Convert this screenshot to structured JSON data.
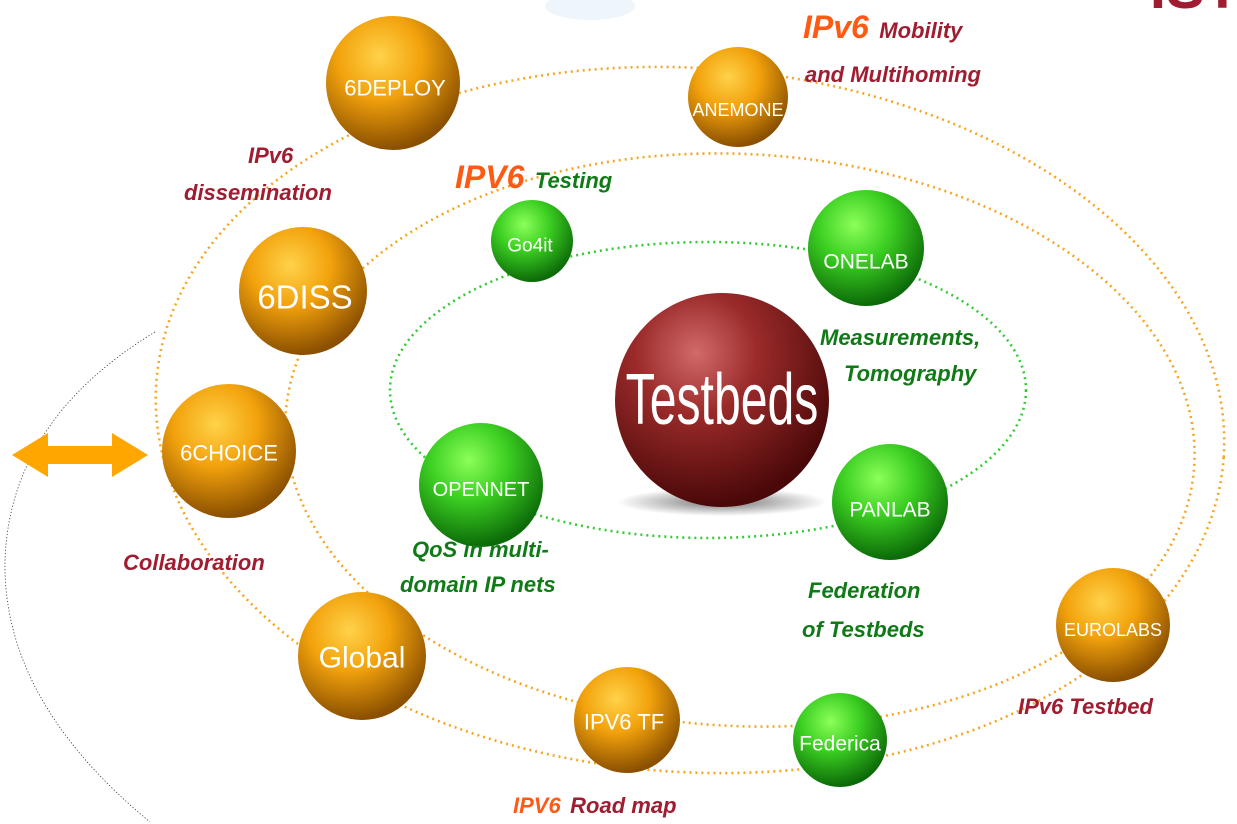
{
  "colors": {
    "orange_ring": "#f5a623",
    "green_ring": "#33cc33",
    "dark_red_text": "#a01c30",
    "orange_red_text": "#ff5a14",
    "green_text": "#0f7a16",
    "arrow": "#ffa700",
    "orange_ball_light": "#ffb300",
    "orange_ball_dark": "#9a5a00",
    "green_ball_light": "#4ee82c",
    "green_ball_dark": "#138a0c",
    "center_ball_light": "#b03838",
    "center_ball_dark": "#5a0f0f"
  },
  "corner_text": "IST",
  "center": {
    "label": "Testbeds"
  },
  "green_nodes": {
    "go4it": "Go4it",
    "onelab": "ONELAB",
    "opennet": "OPENNET",
    "panlab": "PANLAB",
    "federica": "Federica"
  },
  "orange_nodes": {
    "deploy": "6DEPLOY",
    "anemone": "ANEMONE",
    "diss": "6DISS",
    "choice": "6CHOICE",
    "global": "Global",
    "ipv6tf": "IPV6 TF",
    "eurolabs": "EUROLABS"
  },
  "labels": {
    "mobility": {
      "strong": "IPv6",
      "rest1": "Mobility",
      "line2": "and Multihoming"
    },
    "dissemination": {
      "line1": "IPv6",
      "line2": "dissemination"
    },
    "testing": {
      "strong": "IPV6",
      "rest": "Testing"
    },
    "measurements": {
      "line1": "Measurements,",
      "line2": "Tomography"
    },
    "qos": {
      "line1": "QoS in multi-",
      "line2": "domain IP nets"
    },
    "collaboration": "Collaboration",
    "federation": {
      "line1": "Federation",
      "line2": "of Testbeds"
    },
    "ipv6_testbed": "IPv6 Testbed",
    "roadmap": {
      "strong": "IPV6",
      "rest": "Road map"
    }
  }
}
